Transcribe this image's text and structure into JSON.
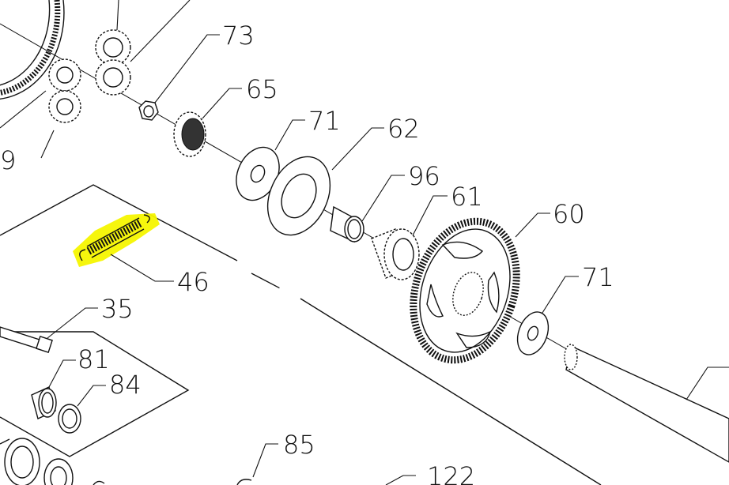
{
  "highlight_color": "#f5f500",
  "callouts": {
    "c73": "73",
    "c65": "65",
    "c71a": "71",
    "c62": "62",
    "c96": "96",
    "c61": "61",
    "c60": "60",
    "c71b": "71",
    "c46": "46",
    "c35": "35",
    "c81": "81",
    "c84": "84",
    "c85": "85",
    "c122": "122",
    "c9": "9"
  }
}
